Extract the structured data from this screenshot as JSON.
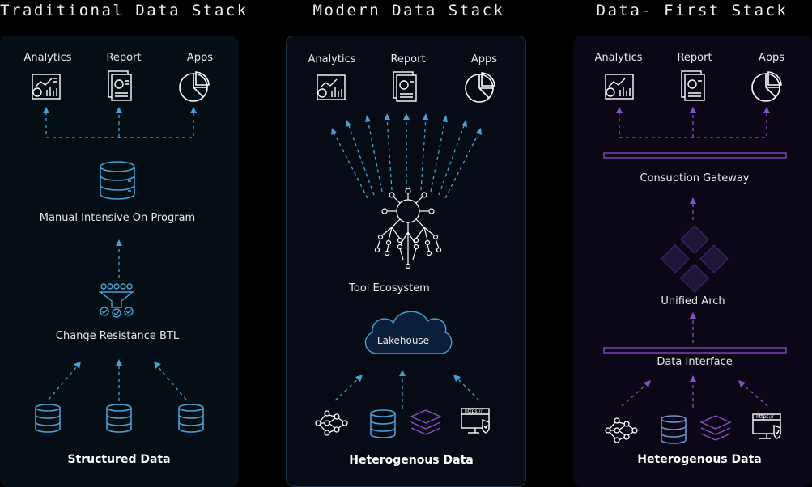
{
  "titles": {
    "traditional": "Traditional Data Stack",
    "modern": "Modern Data Stack",
    "first": "Data- First Stack"
  },
  "consumers": {
    "analytics": "Analytics",
    "report": "Report",
    "apps": "Apps"
  },
  "traditional": {
    "program": "Manual Intensive On Program",
    "btl": "Change Resistance BTL",
    "source": "Structured Data"
  },
  "modern": {
    "tools": "Tool Ecosystem",
    "lakehouse": "Lakehouse",
    "source": "Heterogenous Data"
  },
  "first": {
    "gateway": "Consuption Gateway",
    "arch": "Unified Arch",
    "interface": "Data Interface",
    "source": "Heterogenous Data"
  },
  "colors": {
    "blue": "#4a9fd6",
    "purple": "#8a4fc8",
    "white": "#ffffff"
  }
}
